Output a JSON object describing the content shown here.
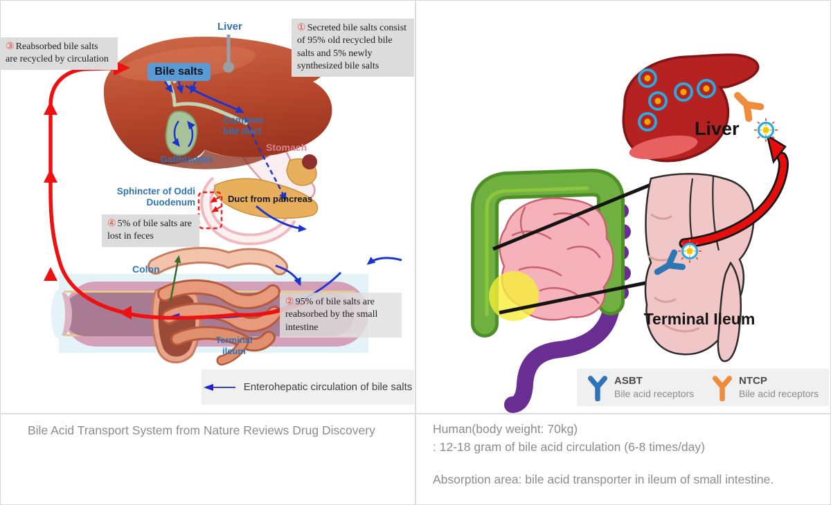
{
  "left_panel": {
    "anatomy_labels": {
      "liver": "Liver",
      "bile_salts": "Bile salts",
      "gallbladder": "Gallbladder",
      "common_bile_duct_lines": [
        "Common",
        "bile duct"
      ],
      "stomach": "Stomach",
      "sphincter_lines": [
        "Sphincter of Oddi",
        "Duodenum"
      ],
      "duct_from_pancreas": "Duct from pancreas",
      "colon": "Colon",
      "terminal_ileum_lines": [
        "Terminal",
        "ileum"
      ]
    },
    "callouts": {
      "c1": {
        "num": "①",
        "text": "Secreted bile salts consist of 95% old recycled bile salts and 5% newly synthesized bile salts"
      },
      "c2": {
        "num": "②",
        "text": "95% of bile salts are reabsorbed by the small intestine"
      },
      "c3": {
        "num": "③",
        "text": "Reabsorbed bile salts are recycled by circulation"
      },
      "c4": {
        "num": "④",
        "text": "5% of bile salts are lost in feces"
      }
    },
    "legend_text": "Enterohepatic circulation of bile salts",
    "caption": "Bile Acid Transport System from Nature Reviews Drug Discovery"
  },
  "right_panel": {
    "labels": {
      "liver": "Liver",
      "terminal_ileum": "Terminal Ileum"
    },
    "legend": [
      {
        "name": "ASBT",
        "desc": "Bile acid receptors",
        "color": "#2e75b6"
      },
      {
        "name": "NTCP",
        "desc": "Bile acid receptors",
        "color": "#ef8b3a"
      }
    ],
    "caption_lines": [
      "Human(body weight: 70kg)",
      ": 12-18 gram of bile acid circulation (6-8 times/day)",
      "Absorption area: bile acid transporter in ileum of small intestine."
    ]
  },
  "colors": {
    "callout_bg": "#dcdcdc",
    "callout_number": "#e8493f",
    "label_blue": "#2e74b6",
    "stomach_label": "#df8290",
    "bile_salts_button": "#5b9bd5",
    "circulation_red": "#ee1111",
    "flow_blue": "#1b35cc",
    "vessel_outer_pink": "#d4a0b9",
    "vessel_inner_mauve": "#a97b93",
    "vessel_bg_lightblue": "#e4f3f7",
    "liver_left": "#b84a2e",
    "liver_right": "#b62121",
    "colon_green": "#64a43a",
    "intestine_pink": "#f6b2ba",
    "sigmoid_purple": "#6a2d91",
    "ileum_highlight_yellow": "#f6ee3a",
    "molecule_ring_blue": "#29abe2",
    "molecule_core_yellow": "#f7c500"
  }
}
